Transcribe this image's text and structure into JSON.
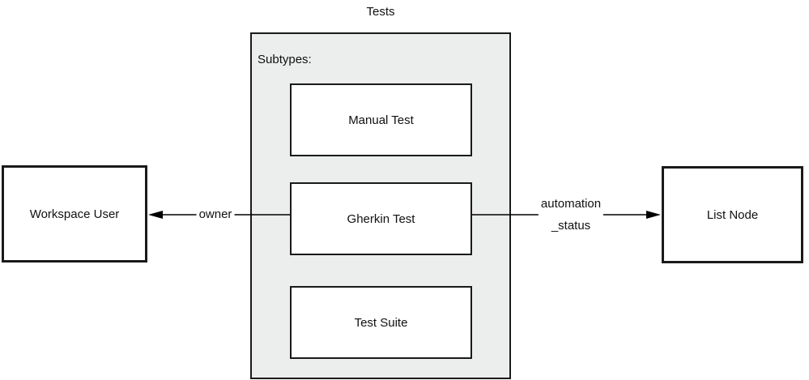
{
  "diagram": {
    "title": "Tests",
    "container": {
      "label": "Subtypes:",
      "fill_color": "#ECEDED",
      "border_color": "#1a1a1a"
    },
    "subtypes": [
      {
        "label": "Manual Test"
      },
      {
        "label": "Gherkin Test"
      },
      {
        "label": "Test Suite"
      }
    ],
    "entities": [
      {
        "label": "Workspace User"
      },
      {
        "label": "List Node"
      }
    ],
    "edges": [
      {
        "label": "owner",
        "source": "Gherkin Test",
        "target": "Workspace User",
        "arrow_direction": "left",
        "line_color": "#000000"
      },
      {
        "label_lines": [
          "automation",
          "_status"
        ],
        "source": "Gherkin Test",
        "target": "List Node",
        "arrow_direction": "right",
        "line_color": "#000000"
      }
    ]
  }
}
